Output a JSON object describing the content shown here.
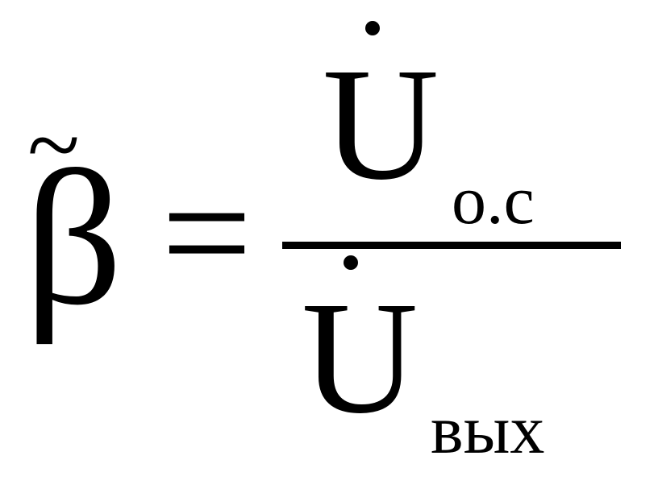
{
  "formula": {
    "lhs_symbol": "β",
    "lhs_accent": "~",
    "equals": "=",
    "numerator": {
      "symbol": "U",
      "subscript": "о.с",
      "accent": "dot"
    },
    "denominator": {
      "symbol": "U",
      "subscript": "вых",
      "accent": "dot"
    }
  },
  "colors": {
    "ink": "#000000",
    "background": "#ffffff"
  }
}
